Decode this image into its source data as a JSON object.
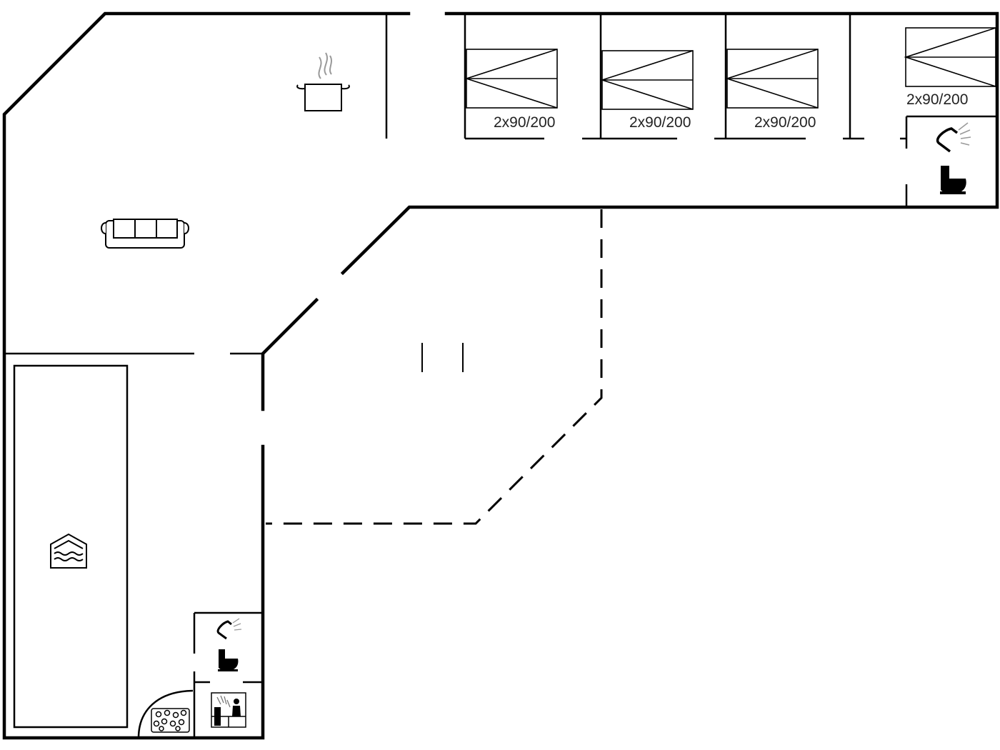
{
  "beds": [
    {
      "label": "2x90/200"
    },
    {
      "label": "2x90/200"
    },
    {
      "label": "2x90/200"
    },
    {
      "label": "2x90/200"
    }
  ],
  "icons": [
    "kitchen-pot-icon",
    "sofa-icon",
    "pool-icon",
    "shower-icon",
    "toilet-icon",
    "jacuzzi-icon",
    "sauna-icon"
  ]
}
